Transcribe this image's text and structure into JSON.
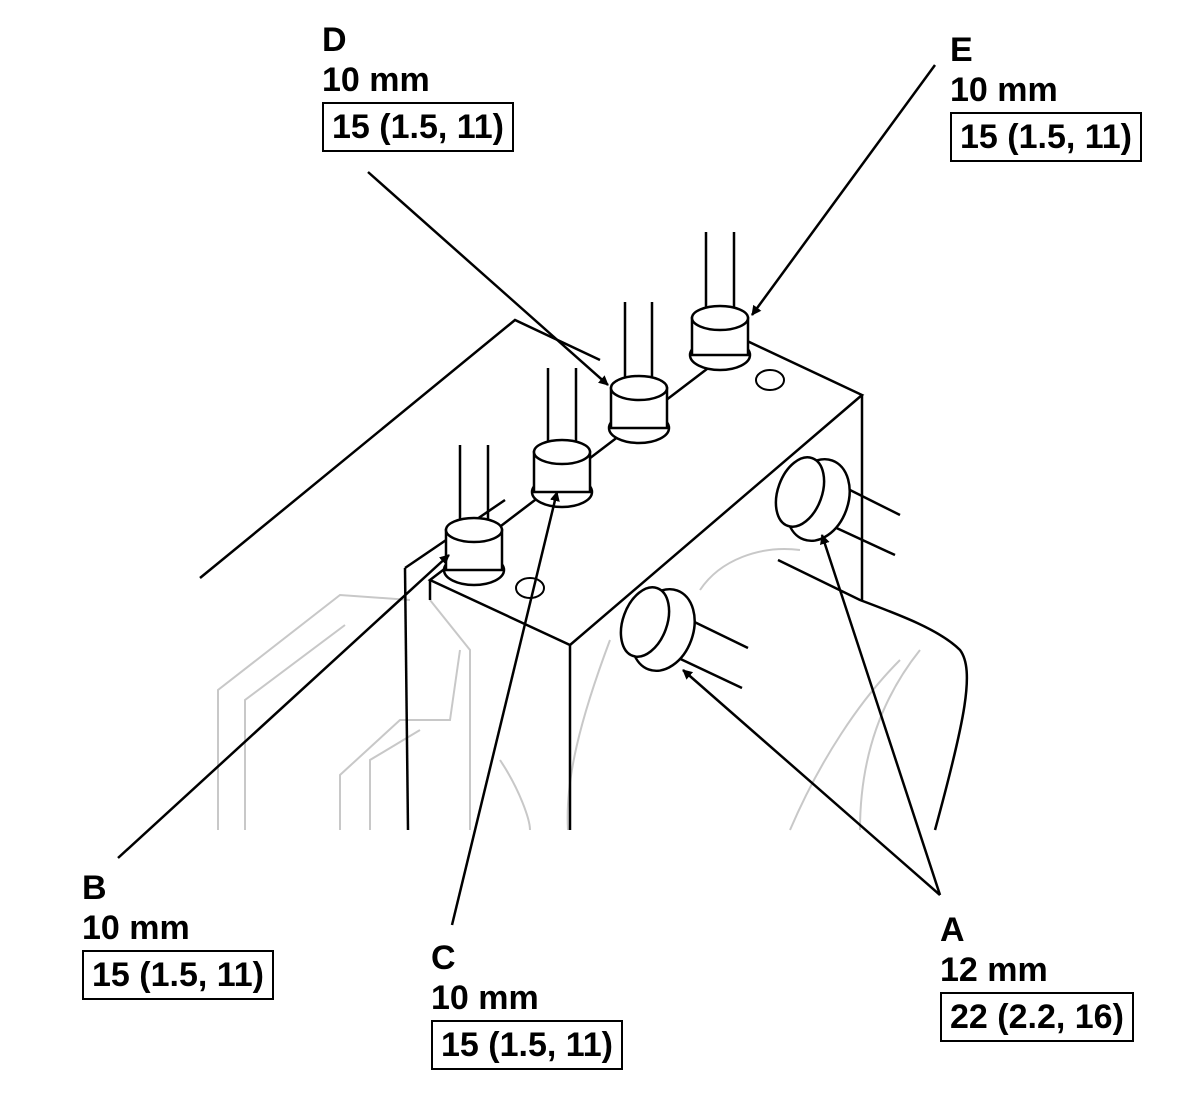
{
  "callouts": {
    "a": {
      "letter": "A",
      "size": "12 mm",
      "torque": "22 (2.2, 16)"
    },
    "b": {
      "letter": "B",
      "size": "10 mm",
      "torque": "15 (1.5, 11)"
    },
    "c": {
      "letter": "C",
      "size": "10 mm",
      "torque": "15 (1.5, 11)"
    },
    "d": {
      "letter": "D",
      "size": "10 mm",
      "torque": "15 (1.5, 11)"
    },
    "e": {
      "letter": "E",
      "size": "10 mm",
      "torque": "15 (1.5, 11)"
    }
  },
  "colors": {
    "ink": "#000000",
    "ghost": "#c8c8c8",
    "background": "#ffffff"
  }
}
